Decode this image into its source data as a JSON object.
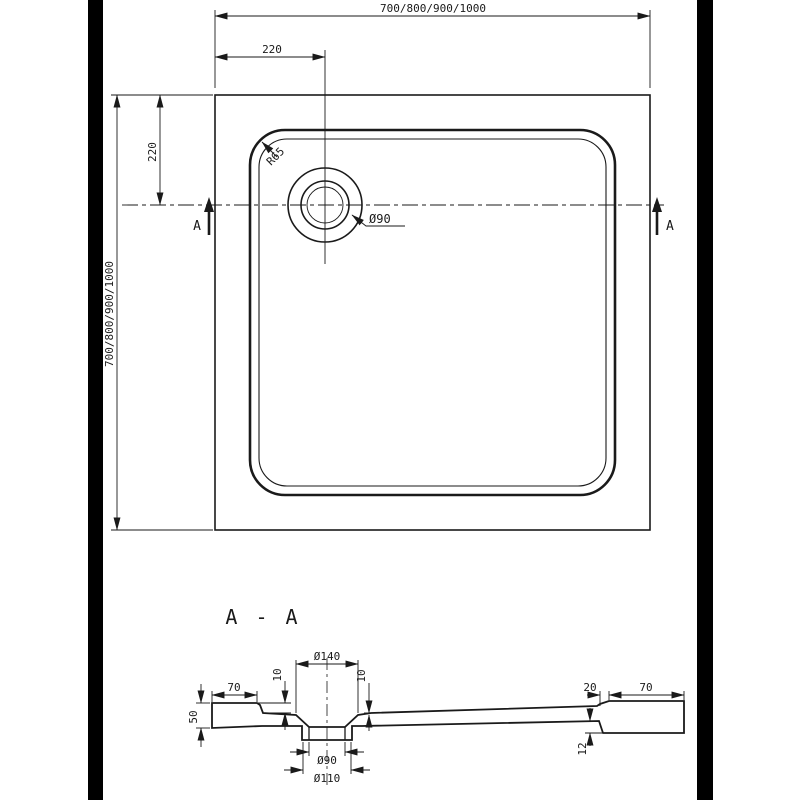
{
  "colors": {
    "ink": "#1a1a1a",
    "paper": "#ffffff",
    "side_bars": "#000000"
  },
  "top_view": {
    "width_dim": "700/800/900/1000",
    "height_dim": "700/800/900/1000",
    "drain_offset_x": "220",
    "drain_offset_y": "220",
    "corner_radius": "R65",
    "drain_diameter": "Ø90",
    "section_marker_left": "A",
    "section_marker_right": "A"
  },
  "section_view": {
    "title": "A - A",
    "drain_top_diameter": "Ø140",
    "left_rim_width": "70",
    "left_rim_drop": "10",
    "drain_recess_depth": "10",
    "left_edge_height": "50",
    "right_step_width": "20",
    "right_rim_width": "70",
    "right_edge_thickness": "12",
    "drain_hole_diameter": "Ø90",
    "drain_flange_diameter": "Ø110"
  }
}
